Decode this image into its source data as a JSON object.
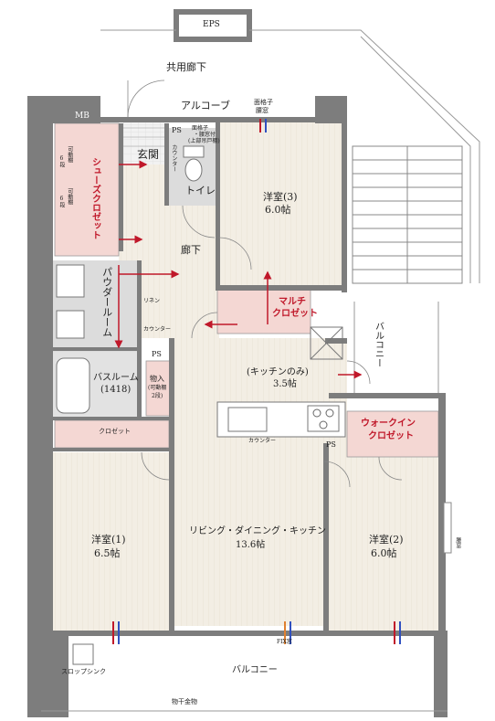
{
  "labels": {
    "eps": "EPS",
    "common_corridor": "共用廊下",
    "alcove": "アルコーブ",
    "lattice_window_1": "面格子",
    "lattice_window_2": "腰窓",
    "mb": "MB",
    "ps_top": "PS",
    "lattice_small": "面格子",
    "lattice_small_2": "・腰窓付",
    "lattice_small_3": "(上部吊戸棚)",
    "entrance": "玄関",
    "shoes_closet": "シューズクロゼット",
    "shelf_top_1": "可動棚",
    "shelf_top_2": "6段",
    "shelf_mid_1": "可動棚",
    "shelf_mid_2": "6段",
    "counter_toilet": "カウンター",
    "toilet": "トイレ",
    "western3_name": "洋室(3)",
    "western3_size": "6.0帖",
    "hallway": "廊下",
    "powder_room": "パウダールーム",
    "linen": "リネン",
    "counter_powder": "カウンター",
    "multi_closet": "マルチクロゼット",
    "balcony_right": "バルコニー",
    "ps_mid": "PS",
    "bathroom_name": "バスルーム",
    "bathroom_size": "(1418)",
    "storage_1": "物入",
    "storage_2": "(可動棚",
    "storage_3": "2段)",
    "kitchen_only_1": "(キッチンのみ)",
    "kitchen_only_2": "3.5帖",
    "counter_kitchen": "カウンター",
    "ps_kitchen": "PS",
    "walkin_closet": "ウォークインクロゼット",
    "closet_lower": "クロゼット",
    "western1_name": "洋室(1)",
    "western1_size": "6.5帖",
    "ldk_name": "リビング・ダイニング・キッチン",
    "ldk_size": "13.6帖",
    "western2_name": "洋室(2)",
    "western2_size": "6.0帖",
    "waist_window": "腰窓",
    "fix_window": "FIX窓",
    "slop_sink": "スロップシンク",
    "balcony_bottom": "バルコニー",
    "laundry_rod": "物干金物"
  },
  "colors": {
    "wall": "#7d7d7d",
    "wood_floor": "#f1ece1",
    "gray_room": "#dcdcdc",
    "highlight_pink": "#f4d7d3",
    "accent_red": "#c0182a"
  }
}
